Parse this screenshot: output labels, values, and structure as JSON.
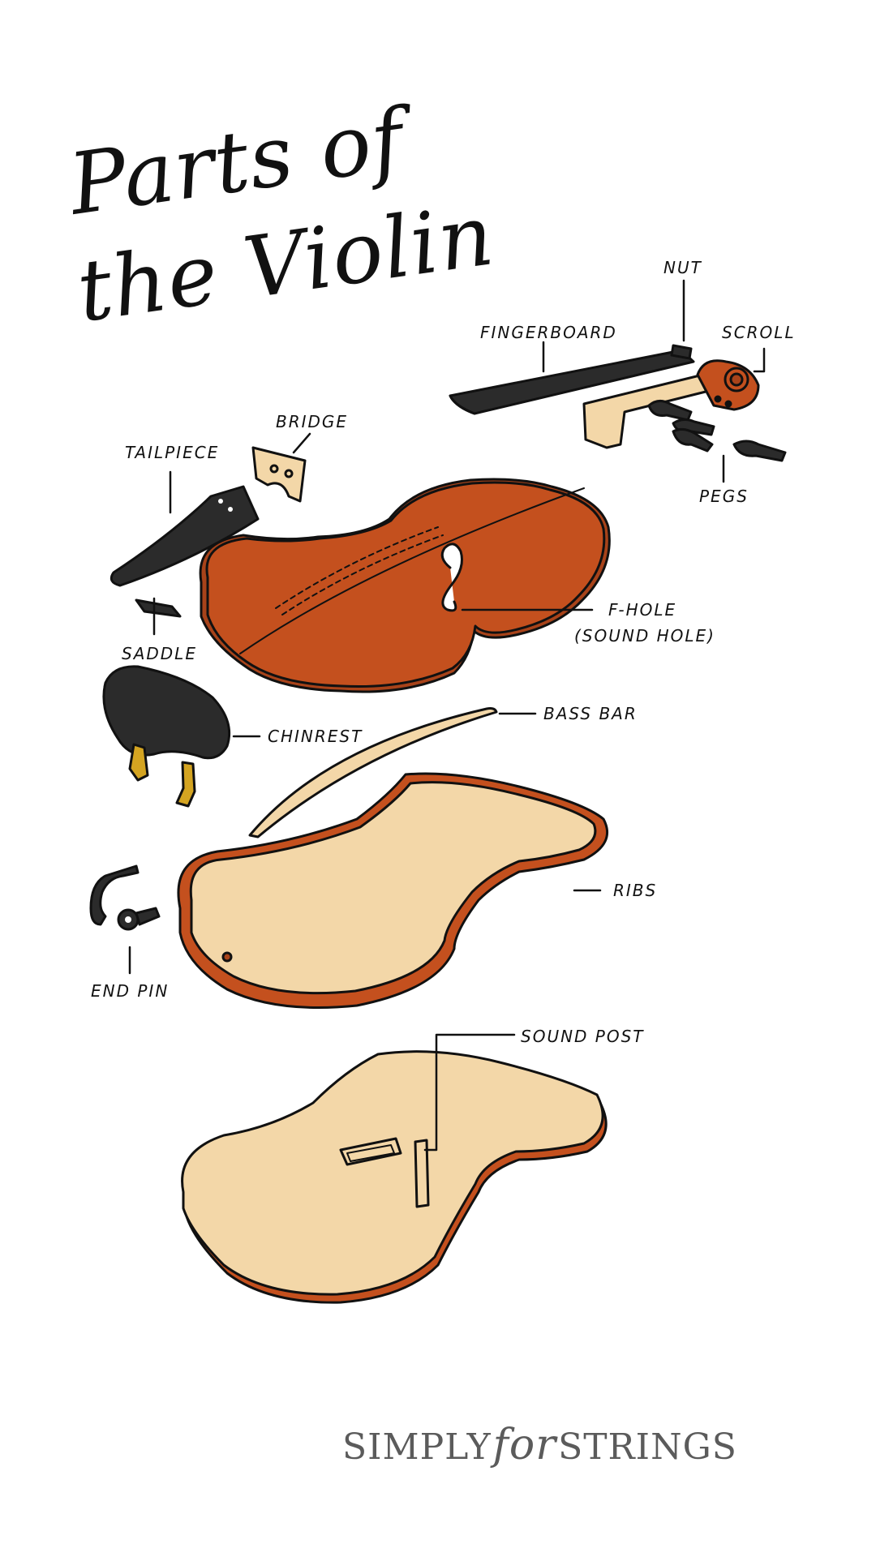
{
  "title": {
    "line1": "Parts of",
    "line2": "the Violin"
  },
  "labels": {
    "nut": "NUT",
    "fingerboard": "FINGERBOARD",
    "scroll": "SCROLL",
    "bridge": "BRIDGE",
    "tailpiece": "TAILPIECE",
    "pegs": "PEGS",
    "saddle": "SADDLE",
    "f_hole_line1": "F-HOLE",
    "f_hole_line2": "(SOUND HOLE)",
    "bass_bar": "BASS BAR",
    "chinrest": "CHINREST",
    "ribs": "RIBS",
    "end_pin": "END PIN",
    "sound_post": "SOUND POST"
  },
  "brand": {
    "left": "SIMPLY",
    "middle": "for",
    "right": "STRINGS"
  },
  "colors": {
    "wood_orange": "#C4501E",
    "wood_dark": "#A8431A",
    "maple_light": "#F3D7A8",
    "ebony": "#2B2B2B",
    "gold": "#D4A421",
    "outline": "#111111",
    "brand_gray": "#5b5b5b"
  }
}
